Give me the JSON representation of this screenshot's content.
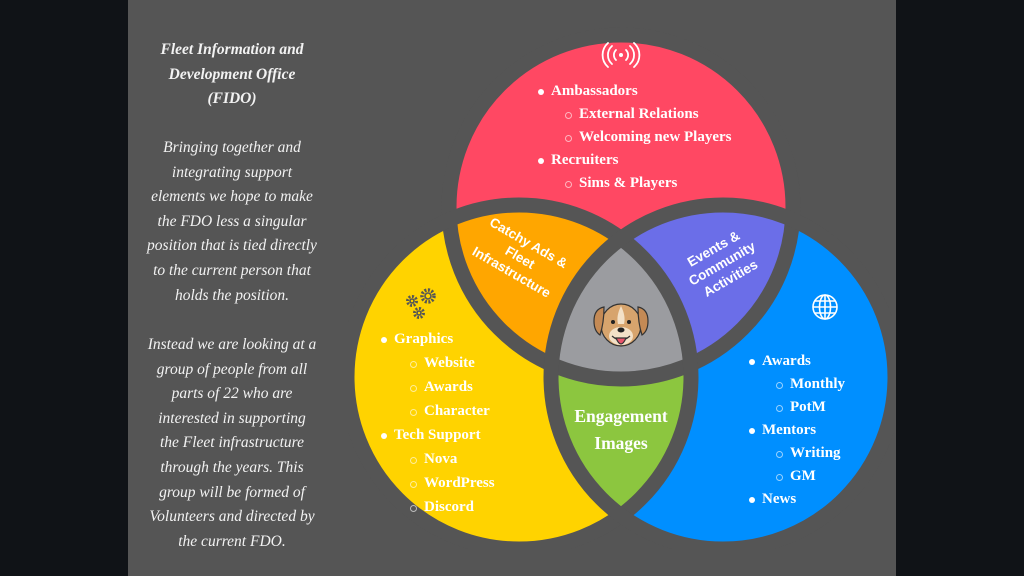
{
  "intro": {
    "title_lines": [
      "Fleet Information and",
      "Development Office",
      "(FIDO)"
    ],
    "paragraph1_lines": [
      "Bringing together and",
      "integrating support",
      "elements we hope to make",
      "the FDO less a singular",
      "position that is tied directly",
      "to the current person that",
      "holds the position."
    ],
    "paragraph2_lines": [
      "Instead we are looking at a",
      "group of people from all",
      "parts of 22 who are",
      "interested in supporting",
      "the Fleet infrastructure",
      "through the years. This",
      "group will be formed of",
      "Volunteers and directed by",
      "the current FDO."
    ]
  },
  "venn": {
    "colors": {
      "red": "#ff4863",
      "yellow": "#ffd300",
      "blue": "#008fff",
      "orange": "#ffa600",
      "purple": "#6b6ee8",
      "green": "#8cc63f",
      "center": "#9b9ca0",
      "gap": "#555555"
    },
    "red_circle": {
      "icon": "broadcast-icon",
      "items": [
        {
          "label": "Ambassadors",
          "level": 1
        },
        {
          "label": "External Relations",
          "level": 2
        },
        {
          "label": "Welcoming new Players",
          "level": 2
        },
        {
          "label": "Recruiters",
          "level": 1
        },
        {
          "label": "Sims & Players",
          "level": 2
        }
      ]
    },
    "yellow_circle": {
      "icon": "gears-icon",
      "items": [
        {
          "label": "Graphics",
          "level": 1
        },
        {
          "label": "Website",
          "level": 2
        },
        {
          "label": "Awards",
          "level": 2
        },
        {
          "label": "Character",
          "level": 2
        },
        {
          "label": "Tech Support",
          "level": 1
        },
        {
          "label": "Nova",
          "level": 2
        },
        {
          "label": "WordPress",
          "level": 2
        },
        {
          "label": "Discord",
          "level": 2
        }
      ]
    },
    "blue_circle": {
      "icon": "globe-icon",
      "items": [
        {
          "label": "Awards",
          "level": 1
        },
        {
          "label": "Monthly",
          "level": 2
        },
        {
          "label": "PotM",
          "level": 2
        },
        {
          "label": "Mentors",
          "level": 1
        },
        {
          "label": "Writing",
          "level": 2
        },
        {
          "label": "GM",
          "level": 2
        },
        {
          "label": "News",
          "level": 1
        }
      ]
    },
    "orange_overlap": {
      "lines": [
        "Catchy Ads &",
        "Fleet",
        "Infrastructure"
      ]
    },
    "purple_overlap": {
      "lines": [
        "Events &",
        "Community",
        "Activities"
      ]
    },
    "green_overlap": {
      "lines": [
        "Engagement",
        "Images"
      ]
    },
    "center": {
      "icon": "dog-icon"
    }
  }
}
